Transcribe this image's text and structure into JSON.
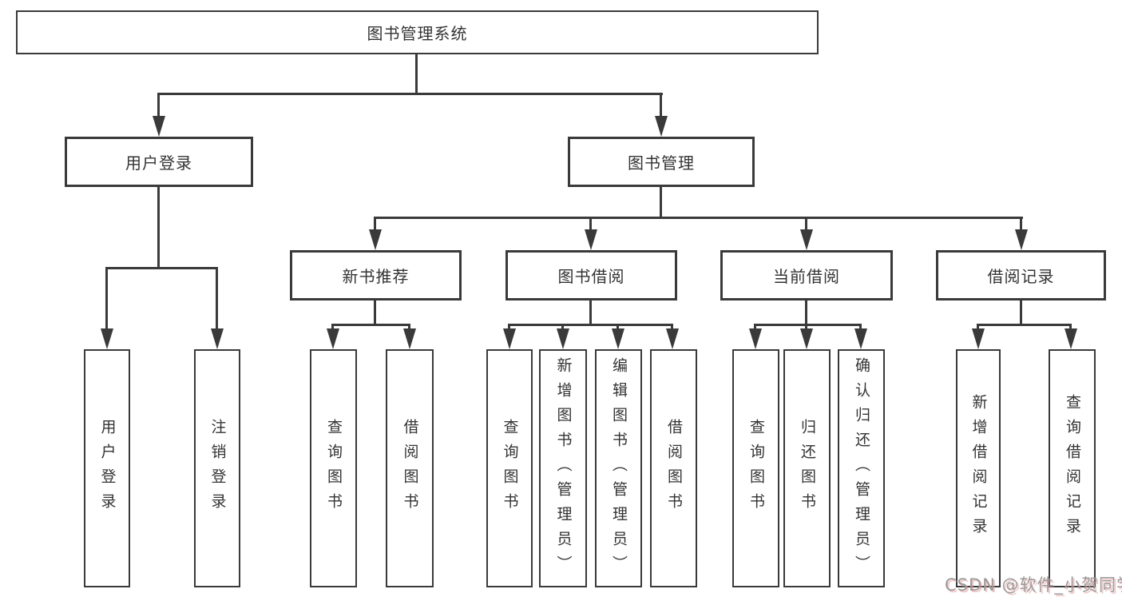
{
  "diagram_title": "图书管理系统",
  "colors": {
    "line": "#3a3a3a",
    "text": "#333333",
    "watermark_text": "#9a9a9a",
    "watermark_shadow": "#e89696"
  },
  "watermark": "CSDN @软件_小贺同学",
  "tree": {
    "root": {
      "label": "图书管理系统",
      "children": [
        {
          "label": "用户登录",
          "children": [
            {
              "label": "用户登录"
            },
            {
              "label": "注销登录"
            }
          ]
        },
        {
          "label": "图书管理",
          "children": [
            {
              "label": "新书推荐",
              "children": [
                {
                  "label": "查询图书"
                },
                {
                  "label": "借阅图书"
                }
              ]
            },
            {
              "label": "图书借阅",
              "children": [
                {
                  "label": "查询图书"
                },
                {
                  "label": "新增图书（管理员）"
                },
                {
                  "label": "编辑图书（管理员）"
                },
                {
                  "label": "借阅图书"
                }
              ]
            },
            {
              "label": "当前借阅",
              "children": [
                {
                  "label": "查询图书"
                },
                {
                  "label": "归还图书"
                },
                {
                  "label": "确认归还（管理员）"
                }
              ]
            },
            {
              "label": "借阅记录",
              "children": [
                {
                  "label": "新增借阅记录"
                },
                {
                  "label": "查询借阅记录"
                }
              ]
            }
          ]
        }
      ]
    }
  }
}
